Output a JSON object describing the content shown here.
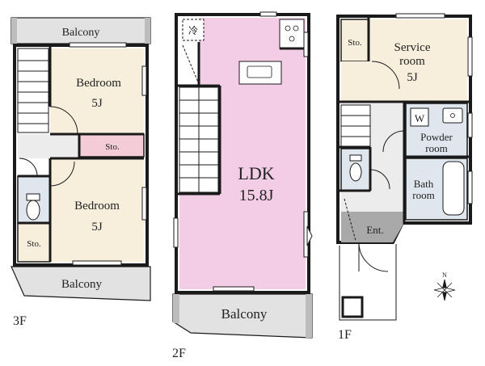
{
  "floors": {
    "f3": {
      "label": "3F",
      "balcony_top": "Balcony",
      "bedroom_a": "Bedroom",
      "bedroom_a_size": "5J",
      "storage_mid": "Sto.",
      "bedroom_b": "Bedroom",
      "bedroom_b_size": "5J",
      "storage_low": "Sto.",
      "balcony_bottom": "Balcony"
    },
    "f2": {
      "label": "2F",
      "fridge_mark": "冷",
      "ldk": "LDK",
      "ldk_size": "15.8J",
      "balcony": "Balcony"
    },
    "f1": {
      "label": "1F",
      "storage": "Sto.",
      "service_room_l1": "Service",
      "service_room_l2": "room",
      "service_room_size": "5J",
      "wc_mark": "W",
      "powder_l1": "Powder",
      "powder_l2": "room",
      "bath_l1": "Bath",
      "bath_l2": "room",
      "entrance": "Ent.",
      "compass": "N"
    }
  },
  "colors": {
    "wall": "#1a1a1a",
    "bedroom_fill": "#f7efdc",
    "ldk_fill": "#f3cde6",
    "balcony_fill": "#e2e2e2",
    "wet_fill": "#dfe6ee",
    "hall_fill": "#ececec",
    "entrance_fill": "#a9a9a9"
  }
}
